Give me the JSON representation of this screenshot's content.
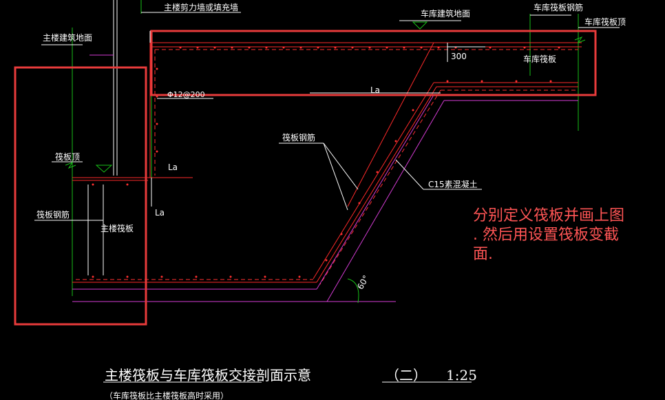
{
  "labels": {
    "main_shear_wall": "主楼剪力墙或填充墙",
    "garage_floor": "车库建筑地面",
    "garage_raft_rebar": "车库筏板钢筋",
    "garage_raft_top": "车库筏板顶",
    "main_floor": "主楼建筑地面",
    "garage_raft": "车库筏板",
    "dim_300": "300",
    "rebar_spec": "Φ12@200",
    "la_1": "La",
    "la_2": "La",
    "la_3": "La",
    "raft_top": "筏板顶",
    "raft_rebar_left": "筏板钢筋",
    "main_raft": "主楼筏板",
    "raft_rebar_mid": "筏板钢筋",
    "c15": "C15素混凝土",
    "angle": "60°"
  },
  "annotation": {
    "line1": "分别定义筏板并画上图",
    "line2": ". 然后用设置筏板变截",
    "line3": "面."
  },
  "title": {
    "main": "主楼筏板与车库筏板交接剖面示意",
    "number": "（二）",
    "scale": "1:25",
    "sub": "（车库筏板比主楼筏板高时采用）"
  },
  "colors": {
    "background": "#000000",
    "concrete": "#ff2a2a",
    "rebar": "#ff3030",
    "cushion": "#d43cd4",
    "leader": "#ffffff",
    "ground": "#18c018",
    "highlight": "#e83b3b"
  }
}
